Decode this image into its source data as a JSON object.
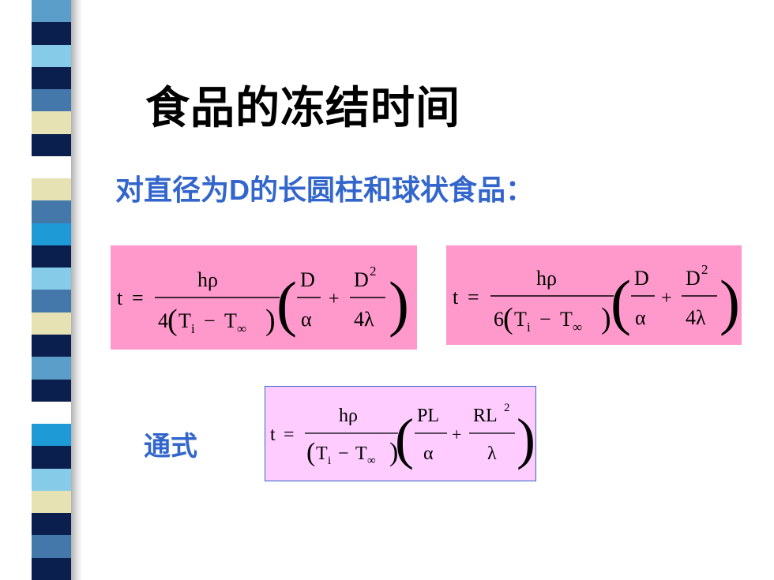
{
  "slide": {
    "title": "食品的冻结时间",
    "subtitle_pre": "对直径为",
    "subtitle_var": "D",
    "subtitle_post": "的长圆柱和球状食品：",
    "general_label": "通式"
  },
  "formulas": {
    "cylinder": {
      "lhs": "t",
      "eq": "=",
      "num": "hρ",
      "coef": "4",
      "ti_base": "T",
      "ti_sub": "i",
      "minus": "−",
      "tinf_base": "T",
      "tinf_sub": "∞",
      "frac1_num": "D",
      "frac1_den": "α",
      "plus": "+",
      "frac2_num": "D",
      "frac2_sup": "2",
      "frac2_den": "4λ"
    },
    "sphere": {
      "lhs": "t",
      "eq": "=",
      "num": "hρ",
      "coef": "6",
      "ti_base": "T",
      "ti_sub": "i",
      "minus": "−",
      "tinf_base": "T",
      "tinf_sub": "∞",
      "frac1_num": "D",
      "frac1_den": "α",
      "plus": "+",
      "frac2_num": "D",
      "frac2_sup": "2",
      "frac2_den": "4λ"
    },
    "general": {
      "lhs": "t",
      "eq": "=",
      "num": "hρ",
      "ti_base": "T",
      "ti_sub": "i",
      "minus": "−",
      "tinf_base": "T",
      "tinf_sub": "∞",
      "frac1_num": "PL",
      "frac1_den": "α",
      "plus": "+",
      "frac2_num": "RL",
      "frac2_sup": "2",
      "frac2_den": "λ"
    }
  },
  "colors": {
    "title": "#000000",
    "accent_text": "#3366cc",
    "formula_box_pink": "#ff99cc",
    "formula_box_light": "#ffccff",
    "stripe_bands": [
      "#5b9ec9",
      "#0a1f4d",
      "#86cce8",
      "#0a1f4d",
      "#4477aa",
      "#e6e2b4",
      "#0a1f4d",
      "#ffffff",
      "#e6e2b4",
      "#4477aa",
      "#1e9ad6",
      "#0a1f4d",
      "#86cce8",
      "#4477aa",
      "#e6e2b4",
      "#0a1f4d",
      "#5b9ec9",
      "#0a1f4d",
      "#ffffff",
      "#1e9ad6",
      "#0a1f4d",
      "#86cce8",
      "#e6e2b4",
      "#0a1f4d",
      "#4477aa",
      "#0a1f4d"
    ]
  }
}
